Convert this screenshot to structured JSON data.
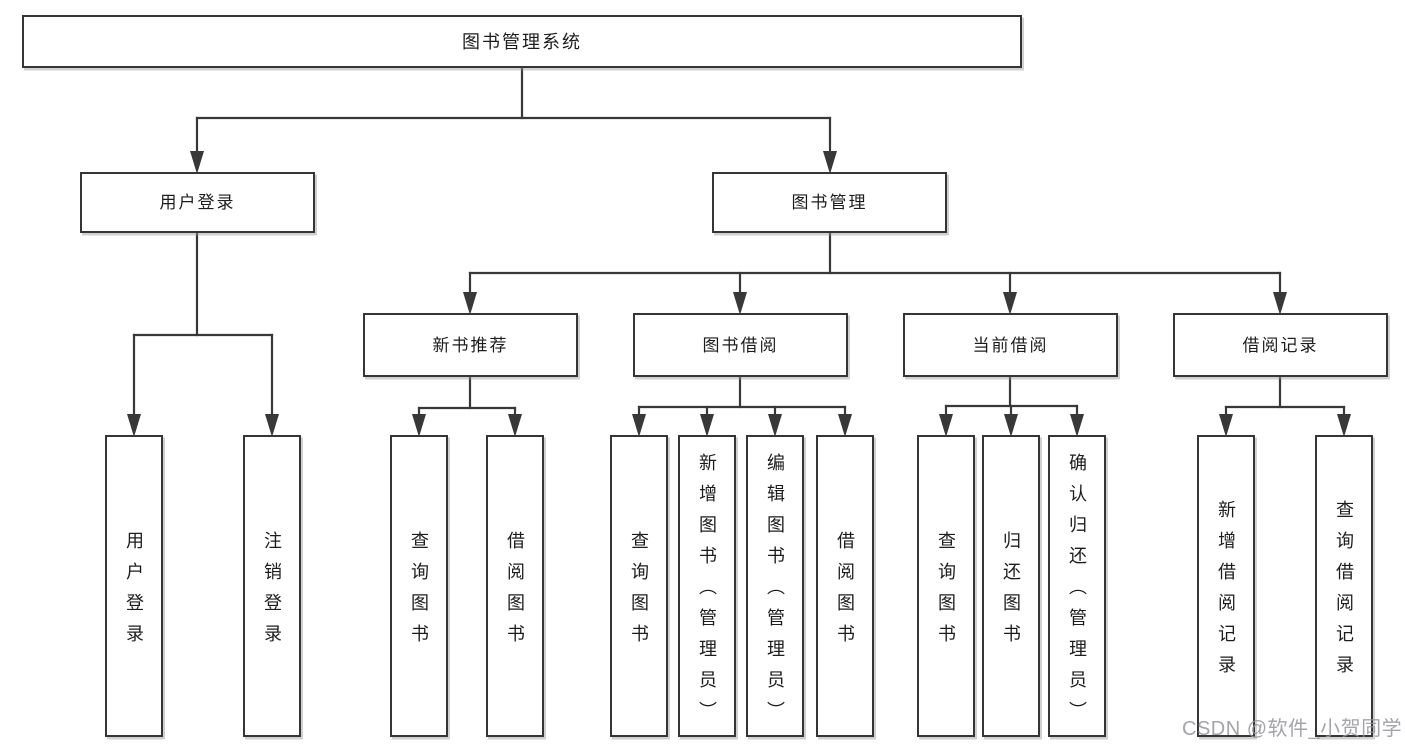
{
  "diagram": {
    "type": "tree",
    "root": {
      "label": "图书管理系统"
    },
    "level2": [
      {
        "label": "用户登录"
      },
      {
        "label": "图书管理"
      }
    ],
    "level3": [
      {
        "label": "新书推荐",
        "parent": "图书管理"
      },
      {
        "label": "图书借阅",
        "parent": "图书管理"
      },
      {
        "label": "当前借阅",
        "parent": "图书管理"
      },
      {
        "label": "借阅记录",
        "parent": "图书管理"
      }
    ],
    "leaves": [
      {
        "label": "用户登录",
        "parent": "用户登录"
      },
      {
        "label": "注销登录",
        "parent": "用户登录"
      },
      {
        "label": "查询图书",
        "parent": "新书推荐"
      },
      {
        "label": "借阅图书",
        "parent": "新书推荐"
      },
      {
        "label": "查询图书",
        "parent": "图书借阅"
      },
      {
        "label": "新增图书（管理员）",
        "parent": "图书借阅"
      },
      {
        "label": "编辑图书（管理员）",
        "parent": "图书借阅"
      },
      {
        "label": "借阅图书",
        "parent": "图书借阅"
      },
      {
        "label": "查询图书",
        "parent": "当前借阅"
      },
      {
        "label": "归还图书",
        "parent": "当前借阅"
      },
      {
        "label": "确认归还（管理员）",
        "parent": "当前借阅"
      },
      {
        "label": "新增借阅记录",
        "parent": "借阅记录"
      },
      {
        "label": "查询借阅记录",
        "parent": "借阅记录"
      }
    ]
  },
  "watermark": {
    "text": "CSDN @软件_小贺同学"
  },
  "colors": {
    "line": "#383838",
    "border": "#353535",
    "text": "#1d1d1d",
    "watermark": "#94949a",
    "background": "#ffffff"
  }
}
